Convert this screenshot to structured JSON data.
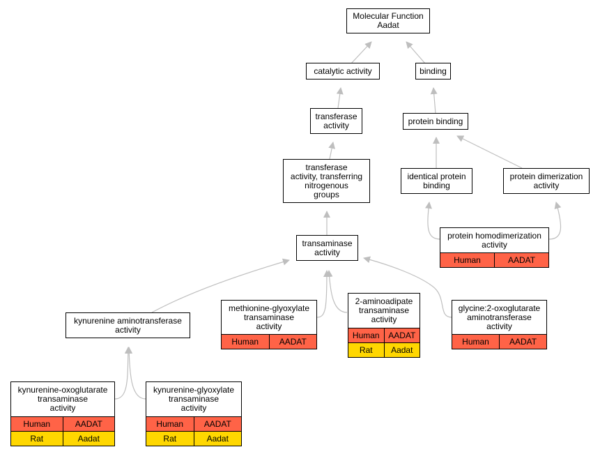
{
  "colors": {
    "human": "#ff6347",
    "rat": "#ffd700",
    "edge": "#bebebe"
  },
  "nodes": {
    "root": {
      "label": "Molecular Function\nAadat"
    },
    "catalytic": {
      "label": "catalytic activity"
    },
    "binding": {
      "label": "binding"
    },
    "transferase": {
      "label": "transferase\nactivity"
    },
    "protein_binding": {
      "label": "protein binding"
    },
    "transferase_n": {
      "label": "transferase\nactivity, transferring\nnitrogenous\ngroups"
    },
    "identical": {
      "label": "identical protein\nbinding"
    },
    "dimerization": {
      "label": "protein dimerization\nactivity"
    },
    "homodimer": {
      "label": "protein homodimerization\nactivity",
      "rows": [
        {
          "species": "Human",
          "gene": "AADAT"
        }
      ]
    },
    "transaminase": {
      "label": "transaminase\nactivity"
    },
    "kynurenine_at": {
      "label": "kynurenine aminotransferase\nactivity"
    },
    "methionine": {
      "label": "methionine-glyoxylate\ntransaminase\nactivity",
      "rows": [
        {
          "species": "Human",
          "gene": "AADAT"
        }
      ]
    },
    "aminoadipate": {
      "label": "2-aminoadipate\ntransaminase\nactivity",
      "rows": [
        {
          "species": "Human",
          "gene": "AADAT"
        },
        {
          "species": "Rat",
          "gene": "Aadat"
        }
      ]
    },
    "glycine": {
      "label": "glycine:2-oxoglutarate\naminotransferase\nactivity",
      "rows": [
        {
          "species": "Human",
          "gene": "AADAT"
        }
      ]
    },
    "kyn_oxo": {
      "label": "kynurenine-oxoglutarate\ntransaminase\nactivity",
      "rows": [
        {
          "species": "Human",
          "gene": "AADAT"
        },
        {
          "species": "Rat",
          "gene": "Aadat"
        }
      ]
    },
    "kyn_gly": {
      "label": "kynurenine-glyoxylate\ntransaminase\nactivity",
      "rows": [
        {
          "species": "Human",
          "gene": "AADAT"
        },
        {
          "species": "Rat",
          "gene": "Aadat"
        }
      ]
    }
  },
  "edges": [
    {
      "from": "catalytic",
      "to": "root"
    },
    {
      "from": "binding",
      "to": "root"
    },
    {
      "from": "transferase",
      "to": "catalytic"
    },
    {
      "from": "protein_binding",
      "to": "binding"
    },
    {
      "from": "transferase_n",
      "to": "transferase"
    },
    {
      "from": "identical",
      "to": "protein_binding"
    },
    {
      "from": "dimerization",
      "to": "protein_binding"
    },
    {
      "from": "homodimer",
      "to": "identical"
    },
    {
      "from": "homodimer",
      "to": "dimerization"
    },
    {
      "from": "transaminase",
      "to": "transferase_n"
    },
    {
      "from": "kynurenine_at",
      "to": "transaminase"
    },
    {
      "from": "methionine",
      "to": "transaminase"
    },
    {
      "from": "aminoadipate",
      "to": "transaminase"
    },
    {
      "from": "glycine",
      "to": "transaminase"
    },
    {
      "from": "kyn_oxo",
      "to": "kynurenine_at"
    },
    {
      "from": "kyn_gly",
      "to": "kynurenine_at"
    }
  ]
}
